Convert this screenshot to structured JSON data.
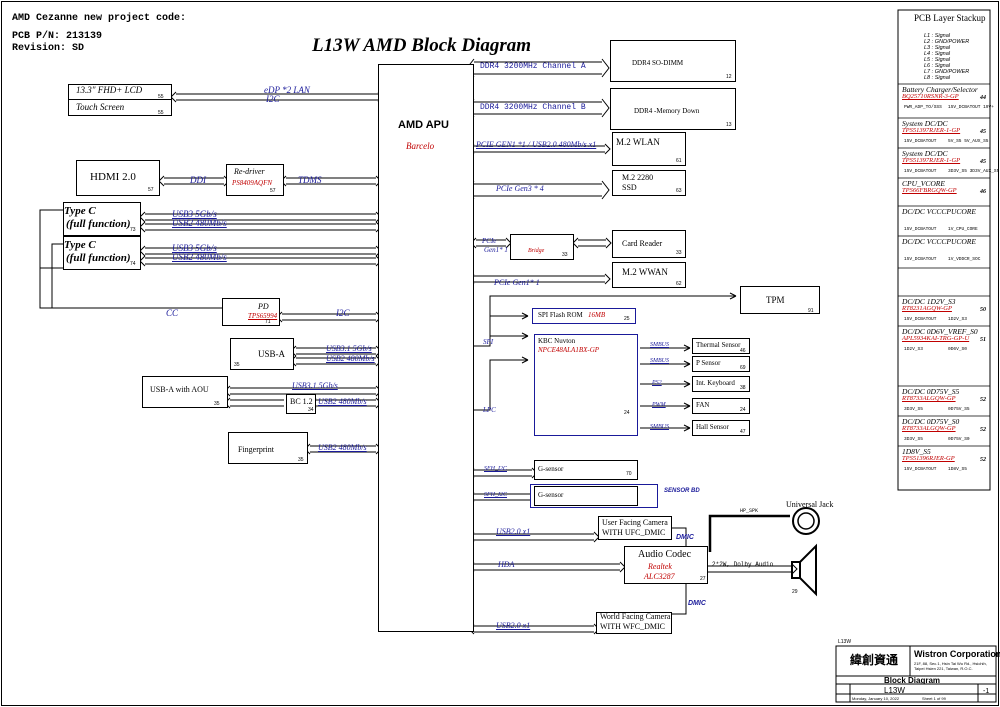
{
  "header": {
    "project": "AMD Cezanne new project code:",
    "pcb_pn": "PCB P/N: 213139",
    "revision": "Revision: SD"
  },
  "title": "L13W AMD Block Diagram",
  "apu": {
    "name": "AMD APU",
    "codename": "Barcelo"
  },
  "blocks": {
    "lcd": "13.3\" FHD+ LCD",
    "lcd_pin": "55",
    "touch": "Touch Screen",
    "touch_pin": "55",
    "hdmi": "HDMI 2.0",
    "hdmi_pin": "57",
    "redriver": "Re-driver",
    "redriver_part": "PS8409AQFN",
    "redriver_pin": "57",
    "typec1": "Type C",
    "typec1_sub": "(full function)",
    "typec1_pin": "73",
    "typec2": "Type C",
    "typec2_sub": "(full function)",
    "typec2_pin": "74",
    "pd": "PD",
    "pd_part": "TPS65994",
    "pd_pin": "71",
    "usba": "USB-A",
    "usba_pin": "35",
    "usba_aou": "USB-A with AOU",
    "usba_aou_pin": "35",
    "bc": "BC 1.2",
    "bc_pin": "34",
    "fingerprint": "Fingerprint",
    "fingerprint_pin": "35",
    "ddr_sodimm": "DDR4 SO-DIMM",
    "ddr_sodimm_pin": "12",
    "ddr_down": "DDR4 -Memory Down",
    "ddr_down_pin": "13",
    "wlan": "M.2 WLAN",
    "wlan_pin": "61",
    "ssd1": "M.2 2280",
    "ssd2": "SSD",
    "ssd_pin": "63",
    "bridge": "Bridge",
    "bridge_pin": "33",
    "cardreader": "Card Reader",
    "cardreader_pin": "33",
    "wwan": "M.2 WWAN",
    "wwan_pin": "62",
    "tpm": "TPM",
    "tpm_pin": "91",
    "spi_rom": "SPI Flash ROM",
    "spi_rom_size": "16MB",
    "spi_rom_pin": "25",
    "kbc": "KBC Nuvton",
    "kbc_part": "NPCE48ALA1BX-GP",
    "kbc_pin": "24",
    "thermal": "Thermal Sensor",
    "thermal_pin": "46",
    "psensor": "P Sensor",
    "psensor_pin": "69",
    "keyboard": "Int. Keyboard",
    "keyboard_pin": "38",
    "fan": "FAN",
    "fan_pin": "24",
    "hall": "Hall Sensor",
    "hall_pin": "47",
    "gsensor1": "G-sensor",
    "gsensor1_pin": "70",
    "gsensor2": "G-sensor",
    "sensor_bd": "SENSOR BD",
    "ufc1": "User Facing Camera",
    "ufc2": "WITH UFC_DMIC",
    "codec": "Audio Codec",
    "codec_vendor": "Realtek",
    "codec_part": "ALC3287",
    "codec_pin": "27",
    "wfc1": "World Facing Camera",
    "wfc2": "WITH WFC_DMIC",
    "universal_jack": "Universal Jack",
    "speaker_pin": "29"
  },
  "buses": {
    "edp": "eDP *2 LAN",
    "i2c_lcd": "I2C",
    "ddi": "DDI",
    "tdms": "TDMS",
    "usb3_a": "USB3 5Gb/s",
    "usb2_a": "USB2 480Mb/s",
    "usb3_b": "USB3 5Gb/s",
    "usb2_b": "USB2 480Mb/s",
    "cc": "CC",
    "i2c_pd": "I2C",
    "usb31_a": "USB3.1 5Gb/s",
    "usb2_c": "USB2 480Mb/s",
    "usb31_b": "USB3.1 5Gb/s",
    "usb2_d": "USB2 480Mb/s",
    "usb2_fp": "USB2 480Mb/s",
    "ddr_a": "DDR4 3200MHz Channel A",
    "ddr_b": "DDR4 3200MHz Channel B",
    "pcie_wlan": "PCIE GEN1 *1 / USB2.0 480Mb/s x1",
    "pcie_ssd": "PCIe  Gen3 * 4",
    "pcie_bridge1": "PCIe",
    "pcie_bridge2": "Gen1* 1",
    "pcie_wwan": "PCIe   Gen1* 1",
    "spi": "SPI",
    "lpc": "LPC",
    "smbus1": "SMBUS",
    "smbus2": "SMBUS",
    "ps2": "PS2",
    "pwm": "PWM",
    "smbus3": "SMBUS",
    "sfh_i2c1": "SFH_I2C",
    "sfh_i2c2": "SFH_I2C",
    "usb20_ufc": "USB2.0 x1",
    "hda": "HDA",
    "usb20_wfc": "USB2.0 x1",
    "dmic1": "DMIC",
    "dmic2": "DMIC",
    "hp_spk": "HP_SPK",
    "speaker": "2*2W, Dolby Audio"
  },
  "stackup": {
    "title": "PCB Layer Stackup",
    "layers": [
      "L1 : Signal",
      "L2 : GND/POWER",
      "L3 : Signal",
      "L4 : Signal",
      "L5 : Signal",
      "L6 : Signal",
      "L7 : GND/POWER",
      "L8 : Signal"
    ]
  },
  "power": [
    {
      "title": "Battery Charger/Selector",
      "part": "BQ25710RSNR-3-GP",
      "page": "44",
      "rails": [
        "PWR_ADP_TO/SSS",
        "15V_DCBATOUT 19V+"
      ]
    },
    {
      "title": "System DC/DC",
      "part": "TPS51397RJER-1-GP",
      "page": "45",
      "rails": [
        "15V_DCBATOUT",
        "5V_S5 5V_AUX_S5"
      ]
    },
    {
      "title": "System DC/DC",
      "part": "TPS51397RJER-1-GP",
      "page": "45",
      "rails": [
        "15V_DCBATOUT",
        "3D3V_S5 3D3V_AUX_S5"
      ]
    },
    {
      "title": "CPU_VCORE",
      "part": "TPS66FBRGQW-GP",
      "page": "46",
      "rails": []
    },
    {
      "title": "DC/DC VCCCPUCORE",
      "part": "",
      "page": "",
      "rails": [
        "15V_DCBATOUT",
        "1V_CPU_CORE"
      ]
    },
    {
      "title": "DC/DC VCCCPUCORE",
      "part": "",
      "page": "",
      "rails": [
        "15V_DCBATOUT",
        "1V_VDDCR_SOC"
      ]
    },
    {
      "title": "DC/DC 1D2V_S3",
      "part": "RT8231AGQW-GP",
      "page": "50",
      "rails": [
        "15V_DCBATOUT",
        "1D2V_S3"
      ]
    },
    {
      "title": "DC/DC 0D6V_VREF_S0",
      "part": "APL5934KAI-TRG-GP-U",
      "page": "51",
      "rails": [
        "1D2V_S3",
        "0D6V_S0"
      ]
    },
    {
      "title": "DC/DC 0D75V_S5",
      "part": "RT8733ALGQW-GP",
      "page": "52",
      "rails": [
        "3D3V_S5",
        "0D75V_S5"
      ]
    },
    {
      "title": "DC/DC 0D75V_S0",
      "part": "RT8733ALGQW-GP",
      "page": "52",
      "rails": [
        "3D3V_S5",
        "0D75V_S0"
      ]
    },
    {
      "title": "1D8V_S5",
      "part": "TPS51396RJER-GP",
      "page": "52",
      "rails": [
        "15V_DCBATOUT",
        "1D8V_S5"
      ]
    }
  ],
  "titleblock": {
    "project_tag": "L13W",
    "company": "Wistron Corporation",
    "address": "21F, 88, Sec.1, Hsin Tai Wu Rd., Hsichih, Taipei Hsien 221, Taiwan, R.O.C.",
    "chinese": "緯創資通",
    "sheet_title": "Block Diagram",
    "doc_no": "L13W",
    "rev": "-1",
    "date": "Monday, January 10, 2022",
    "sheet": "Sheet 1 of 99"
  }
}
